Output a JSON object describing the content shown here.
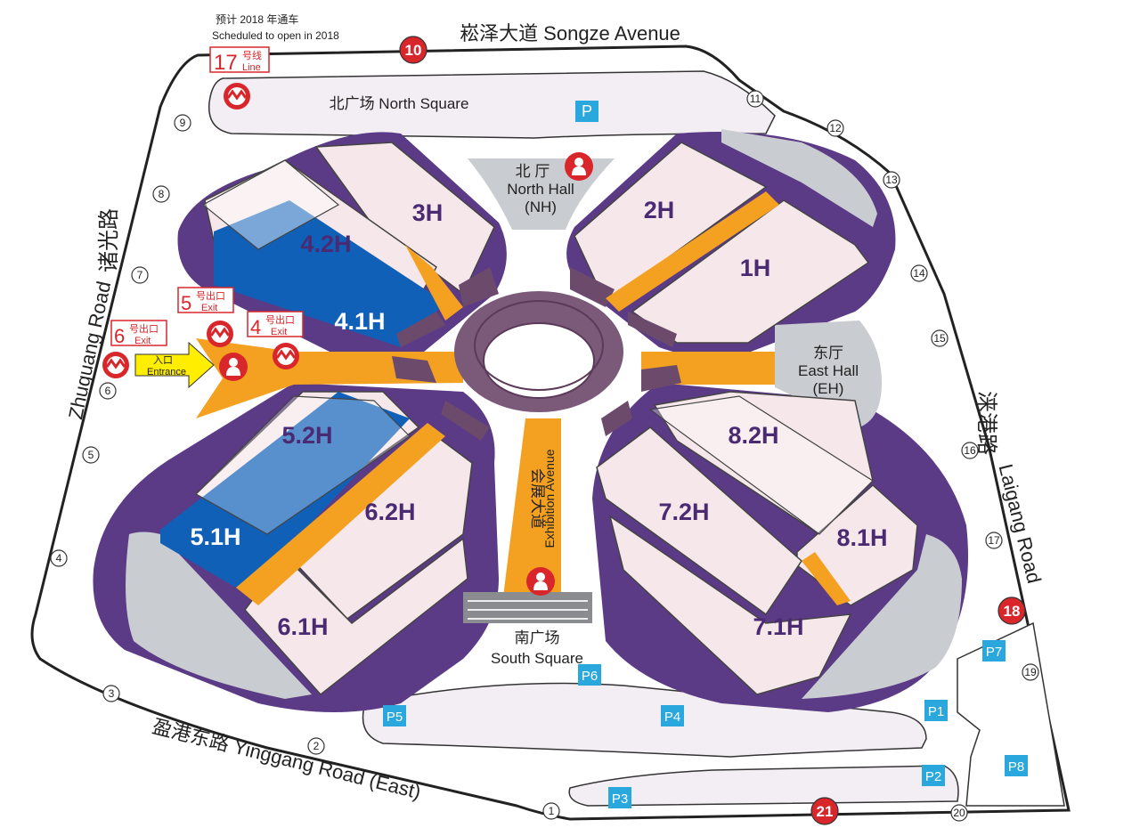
{
  "roads": {
    "north": "崧泽大道 Songze Avenue",
    "south": "盈港东路 Yinggang Road (East)",
    "west_cn": "诸光路",
    "west_en": "Zhuguang Road",
    "east_cn": "涞港路",
    "east_en": "Laigang Road",
    "center_cn": "会展大道",
    "center_en": "Exhibition Avenue"
  },
  "metro_line17": {
    "note_cn": "预计 2018 年通车",
    "note_en": "Scheduled to open in 2018",
    "num": "17",
    "cn": "号线",
    "en": "Line"
  },
  "areas": {
    "north_square": "北广场 North Square",
    "south_square_cn": "南广场",
    "south_square_en": "South Square",
    "north_hall_cn": "北 厅",
    "north_hall_en": "North Hall",
    "north_hall_abbr": "(NH)",
    "east_hall_cn": "东厅",
    "east_hall_en": "East Hall",
    "east_hall_abbr": "(EH)",
    "entrance_cn": "入口",
    "entrance_en": "Entrance"
  },
  "halls": [
    "3H",
    "4.2H",
    "4.1H",
    "2H",
    "1H",
    "5.2H",
    "5.1H",
    "6.2H",
    "6.1H",
    "8.2H",
    "8.1H",
    "7.2H",
    "7.1H"
  ],
  "exits": [
    {
      "num": "5",
      "cn": "号出口",
      "en": "Exit"
    },
    {
      "num": "6",
      "cn": "号出口",
      "en": "Exit"
    },
    {
      "num": "4",
      "cn": "号出口",
      "en": "Exit"
    }
  ],
  "parking": {
    "main": "P",
    "lots": [
      "P1",
      "P2",
      "P3",
      "P4",
      "P5",
      "P6",
      "P7",
      "P8"
    ]
  },
  "gates": [
    "1",
    "2",
    "3",
    "4",
    "5",
    "6",
    "7",
    "8",
    "9",
    "11",
    "12",
    "13",
    "14",
    "15",
    "16",
    "17",
    "19",
    "20"
  ],
  "major_gates": [
    "10",
    "18",
    "21"
  ],
  "colors": {
    "purple": "#5b3a86",
    "orange": "#f4a020",
    "hall_pink": "#f6e7ea",
    "blue": "#1060b8",
    "red": "#d8262b",
    "parking_blue": "#2aa7dc",
    "gray": "#c9ccd1"
  }
}
